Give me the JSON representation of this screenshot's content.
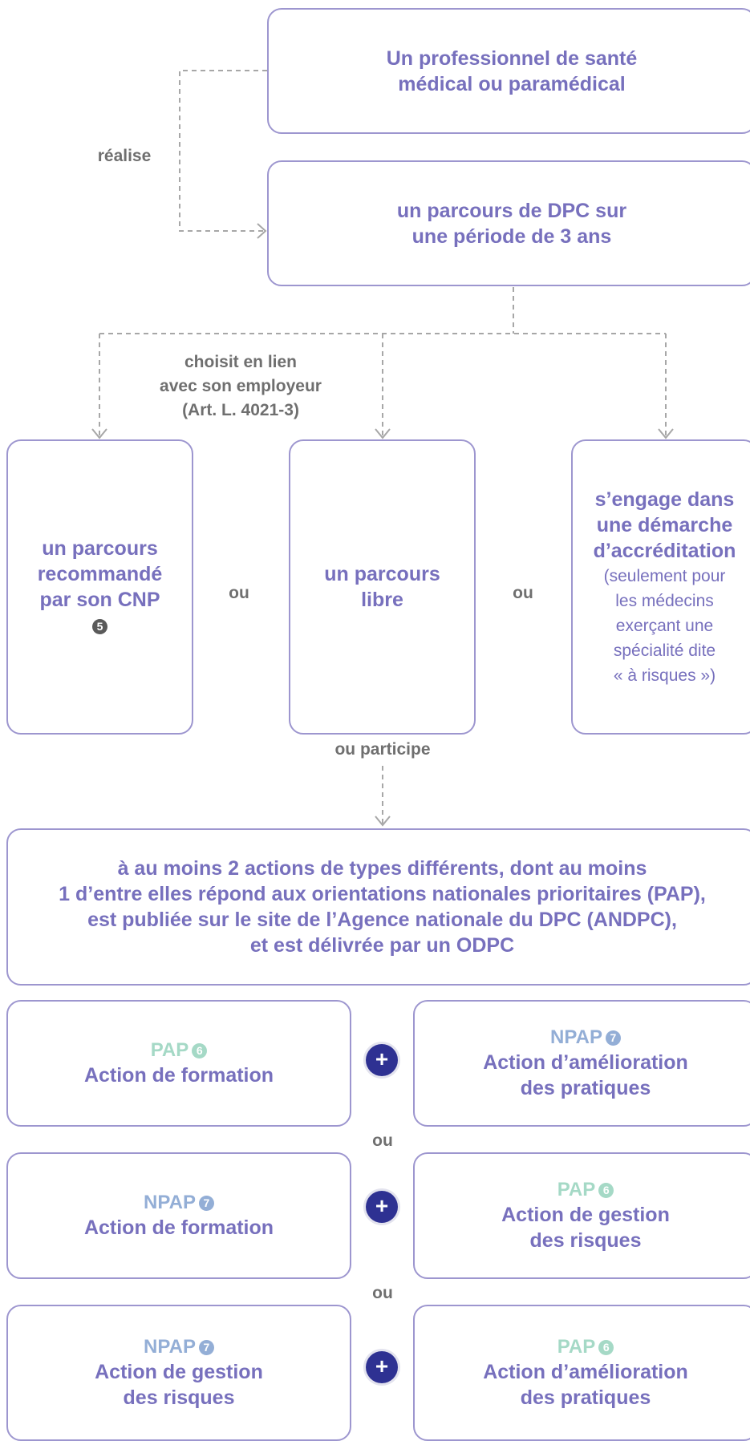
{
  "top": {
    "box1": [
      "Un professionnel de santé",
      "médical ou paramédical"
    ],
    "realise": "réalise",
    "box2": [
      "un parcours de DPC sur",
      "une période de 3 ans"
    ]
  },
  "choice": {
    "label": [
      "choisit en lien",
      "avec son employeur",
      "(Art. L. 4021-3)"
    ],
    "left": [
      "un parcours",
      "recommandé",
      "par son CNP"
    ],
    "left_badge": "5",
    "or1": "ou",
    "middle": [
      "un parcours",
      "libre"
    ],
    "or2": "ou",
    "right_title": [
      "s’engage dans",
      "une démarche",
      "d’accréditation"
    ],
    "right_note": [
      "(seulement pour",
      "les médecins",
      "exerçant une",
      "spécialité dite",
      "« à risques »)"
    ]
  },
  "participe": "ou participe",
  "actions_box": [
    "à au moins 2 actions de types différents, dont au moins",
    "1 d’entre elles répond aux orientations nationales prioritaires (PAP),",
    "est publiée sur le site de l’Agence nationale du DPC (ANDPC),",
    "et est délivrée par un ODPC"
  ],
  "combos": [
    {
      "left": {
        "tag": "PAP",
        "badge": "6",
        "lines": [
          "Action de formation"
        ]
      },
      "right": {
        "tag": "NPAP",
        "badge": "7",
        "lines": [
          "Action d’amélioration",
          "des pratiques"
        ]
      }
    },
    {
      "left": {
        "tag": "NPAP",
        "badge": "7",
        "lines": [
          "Action de formation"
        ]
      },
      "right": {
        "tag": "PAP",
        "badge": "6",
        "lines": [
          "Action de gestion",
          "des risques"
        ]
      }
    },
    {
      "left": {
        "tag": "NPAP",
        "badge": "7",
        "lines": [
          "Action de gestion",
          "des risques"
        ]
      },
      "right": {
        "tag": "PAP",
        "badge": "6",
        "lines": [
          "Action d’amélioration",
          "des pratiques"
        ]
      }
    }
  ],
  "plus_symbol": "+",
  "or_between": [
    "ou",
    "ou"
  ],
  "colors": {
    "border": "#9d96cf",
    "text": "#7770bd",
    "pap": "#a5d9c6",
    "npap": "#93aed6",
    "plus": "#2e3192",
    "label": "#6f6f6f"
  }
}
